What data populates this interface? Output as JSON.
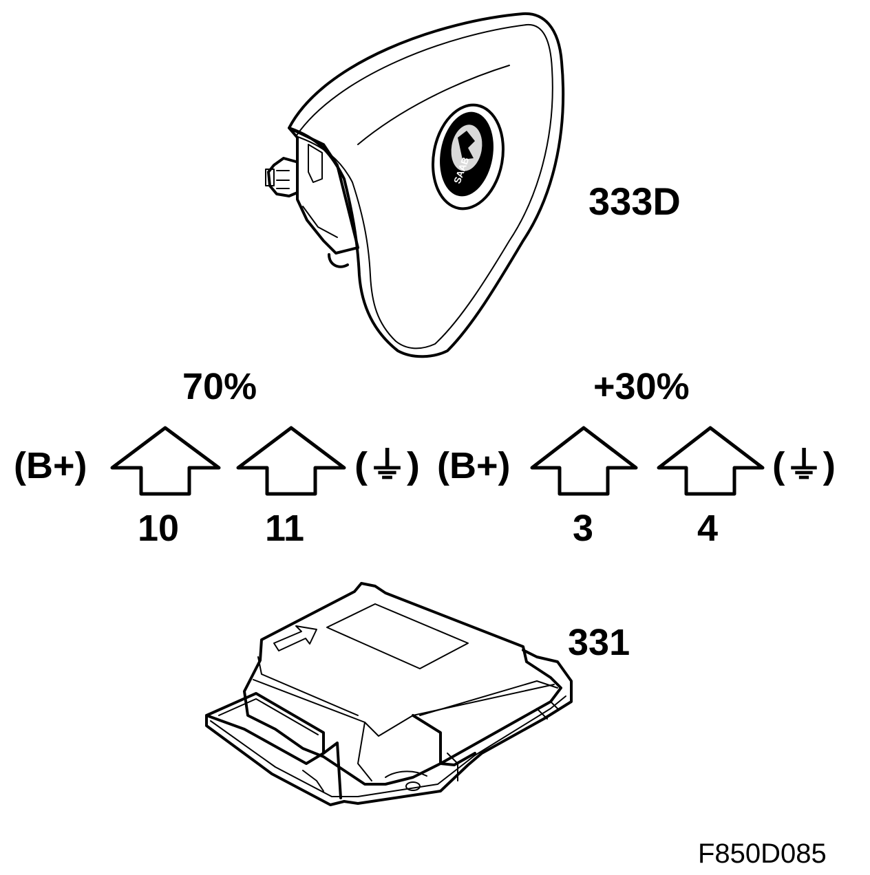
{
  "airbag": {
    "label": "333D",
    "logo_text": "SAAB"
  },
  "control_unit": {
    "label": "331"
  },
  "groups": [
    {
      "percent": "70%",
      "left_term": "(B+)",
      "right_term": "(⏚)",
      "pins": [
        "10",
        "11"
      ]
    },
    {
      "percent": "+30%",
      "left_term": "(B+)",
      "right_term": "(⏚)",
      "pins": [
        "3",
        "4"
      ]
    }
  ],
  "figure_id": "F850D085"
}
